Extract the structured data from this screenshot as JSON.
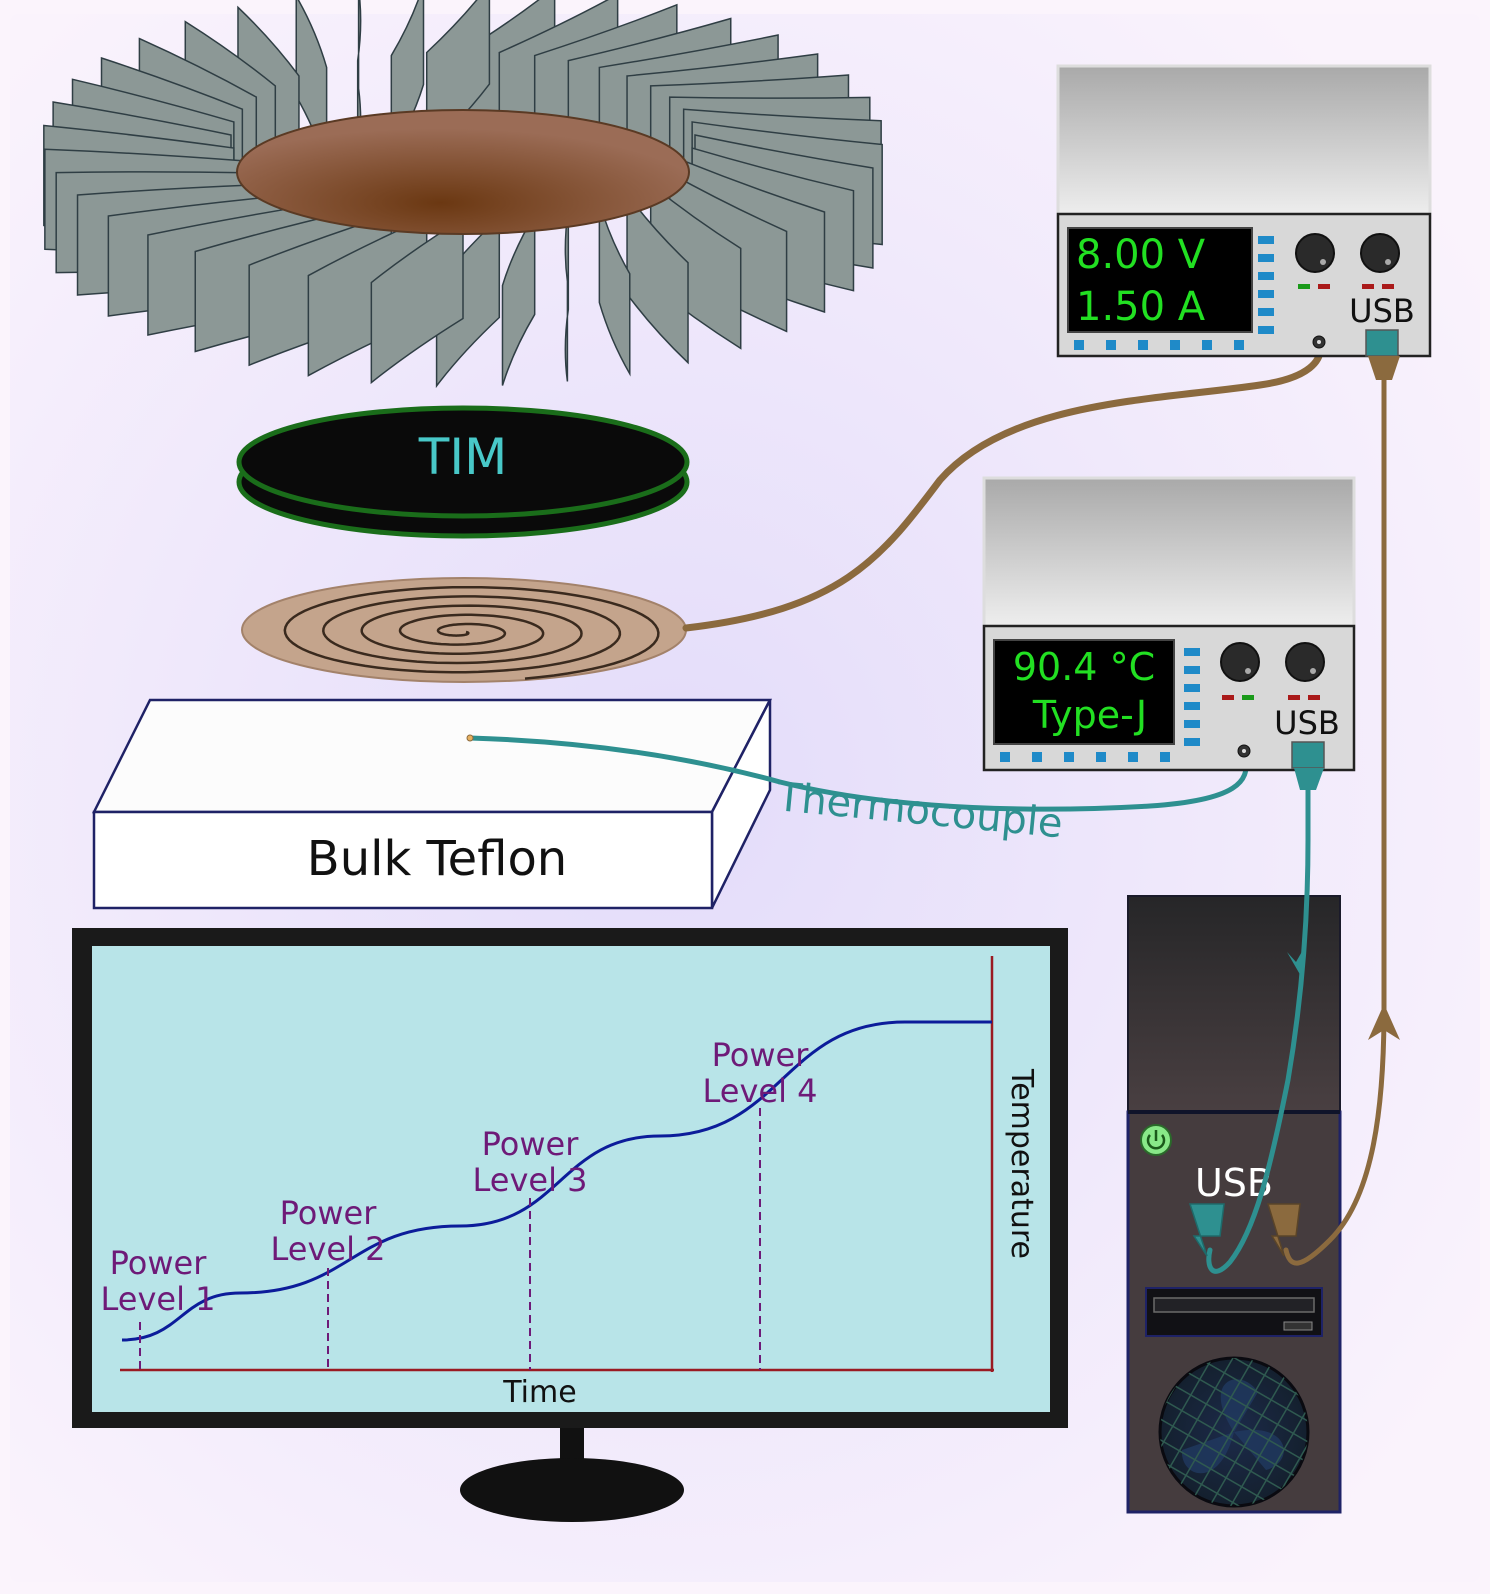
{
  "tim": {
    "label": "TIM"
  },
  "teflon": {
    "label": "Bulk Teflon"
  },
  "thermocouple": {
    "label": "Thermocouple"
  },
  "power_supply": {
    "voltage": "8.00 V",
    "current": "1.50 A",
    "usb_label": "USB"
  },
  "thermometer": {
    "temperature": "90.4 °C",
    "type": "Type-J",
    "usb_label": "USB"
  },
  "computer": {
    "usb_label": "USB"
  },
  "chart": {
    "x_label": "Time",
    "y_label": "Temperature",
    "markers": [
      {
        "line1": "Power",
        "line2": "Level 1"
      },
      {
        "line1": "Power",
        "line2": "Level 2"
      },
      {
        "line1": "Power",
        "line2": "Level 3"
      },
      {
        "line1": "Power",
        "line2": "Level 4"
      }
    ]
  },
  "colors": {
    "cable_power": "#8b6a3e",
    "cable_thermo": "#2e9090",
    "display_text": "#22e022",
    "chart_curve": "#0c1c9a",
    "chart_label": "#6e1a78",
    "chart_axis": "#9a1a22",
    "screen_bg": "#b8e4e8",
    "fin": "#8c9896"
  }
}
